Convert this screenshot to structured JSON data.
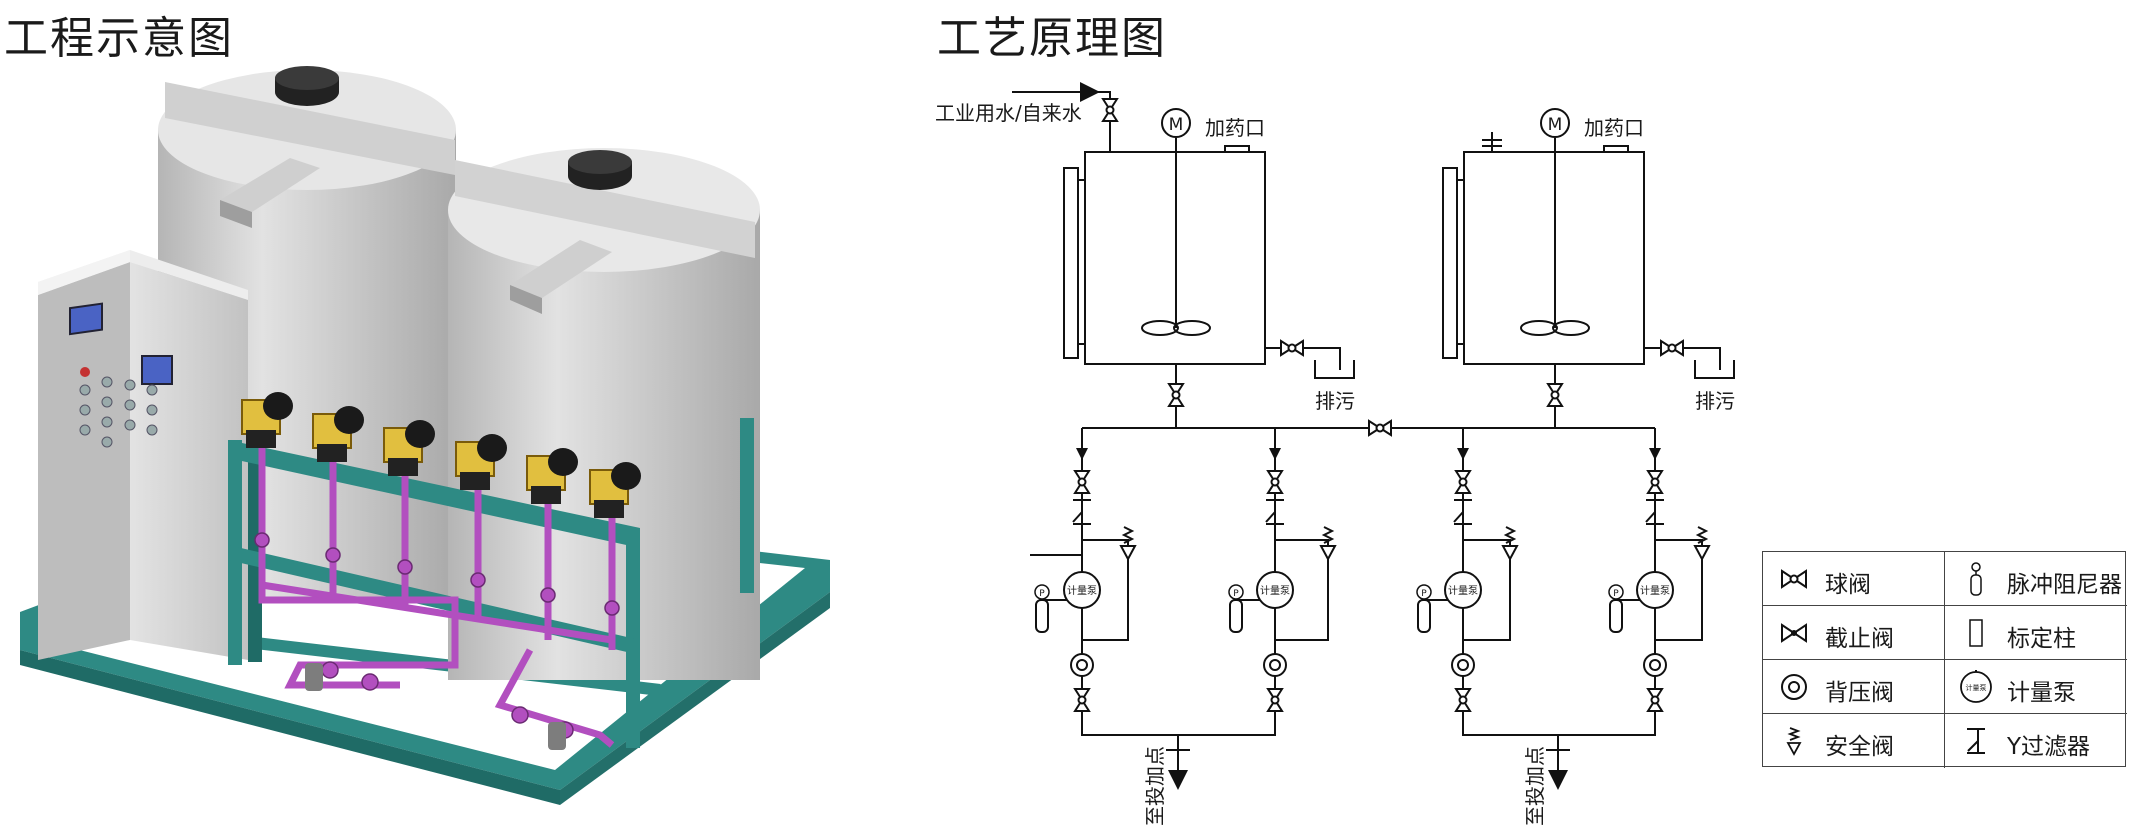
{
  "titles": {
    "left": "工程示意图",
    "right": "工艺原理图"
  },
  "schematic": {
    "water_inlet_label": "工业用水/自来水",
    "motor_label": "M",
    "dosing_port_label": "加药口",
    "drain_label": "排污",
    "pump_label": "计量泵",
    "pressure_gauge_label": "P",
    "outlet_label": "至投加点"
  },
  "legend": [
    {
      "label": "球阀",
      "icon": "ball-valve-icon"
    },
    {
      "label": "脉冲阻尼器",
      "icon": "pulse-damper-icon"
    },
    {
      "label": "截止阀",
      "icon": "globe-valve-icon"
    },
    {
      "label": "标定柱",
      "icon": "calibration-column-icon"
    },
    {
      "label": "背压阀",
      "icon": "back-pressure-valve-icon"
    },
    {
      "label": "计量泵",
      "icon": "metering-pump-icon"
    },
    {
      "label": "安全阀",
      "icon": "safety-valve-icon"
    },
    {
      "label": "Y过滤器",
      "icon": "y-strainer-icon"
    }
  ],
  "colors": {
    "tank": "#c9c9c9",
    "frame": "#2e8a84",
    "cabinet": "#d6d6d6",
    "pipe": "#b24fbf",
    "pump": "#e1bf3f"
  }
}
